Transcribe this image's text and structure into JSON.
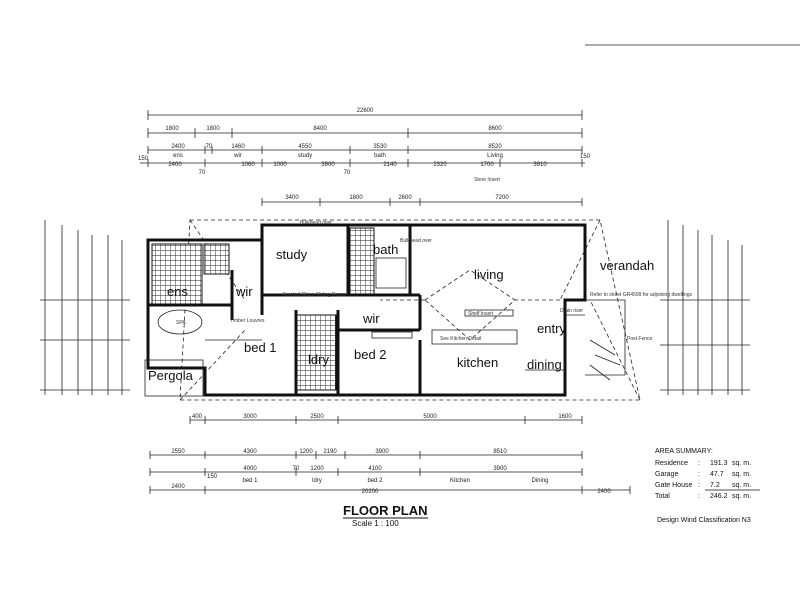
{
  "rooms": {
    "study": "study",
    "bath": "bath",
    "living": "living",
    "verandah": "verandah",
    "ens": "ens",
    "wir1": "wir",
    "wir2": "wir",
    "bed1": "bed 1",
    "bed2": "bed 2",
    "ldry": "ldry",
    "entry": "entry",
    "kitchen": "kitchen",
    "dining": "dining",
    "pergola": "Pergola"
  },
  "dims_top": {
    "overall": "22600",
    "row2": [
      "1800",
      "1800",
      "8400",
      "8600"
    ],
    "row3": [
      "2400",
      "70",
      "1460",
      "4550",
      "3530",
      "8520"
    ],
    "row3_labels": [
      "ens",
      "wir",
      "study",
      "bath",
      "Living"
    ],
    "row4": [
      "150",
      "2400",
      "70",
      "1060",
      "1000",
      "3900",
      "70",
      "2140",
      "2320",
      "1700",
      "3910",
      "150"
    ],
    "store": "Store Insert",
    "row5": [
      "3400",
      "1800",
      "2600",
      "7200"
    ]
  },
  "dims_bottom": {
    "row1": [
      "400",
      "3000",
      "2500",
      "5000",
      "1600"
    ],
    "row2": [
      "2550",
      "4300",
      "1200",
      "2190",
      "3900",
      "8510"
    ],
    "row3": [
      "4000",
      "70",
      "1200",
      "4100",
      "3900"
    ],
    "row3_labels": [
      "bed 1",
      "ldry",
      "bed 2",
      "Kitchen",
      "Dining"
    ],
    "overall": "20200",
    "left": "2400",
    "right": "2400",
    "edge": "150"
  },
  "notes": {
    "bulkhead1": "Bulkhead over",
    "bulkhead2": "Bulkhead over",
    "sliding": "Frosted Glass Sliding Doors",
    "shelves": "Shelf Insert",
    "kitchen_detail": "See Kitchen Detail",
    "refer": "Refer to sheet GR4599 for adjoining dwellings",
    "drain": "Drain riser",
    "post_fence": "Post Fence",
    "timber": "Timber Louvres",
    "spa": "SPA"
  },
  "area": {
    "heading": "AREA SUMMARY:",
    "rows": [
      {
        "label": "Residence",
        "value": "191.3",
        "unit": "sq. m."
      },
      {
        "label": "Garage",
        "value": "47.7",
        "unit": "sq. m."
      },
      {
        "label": "Gate House",
        "value": "7.2",
        "unit": "sq. m."
      },
      {
        "label": "Total",
        "value": "246.2",
        "unit": "sq. m."
      }
    ]
  },
  "title": "FLOOR PLAN",
  "scale": "Scale 1 : 100",
  "wind": "Design Wind Classification N3"
}
